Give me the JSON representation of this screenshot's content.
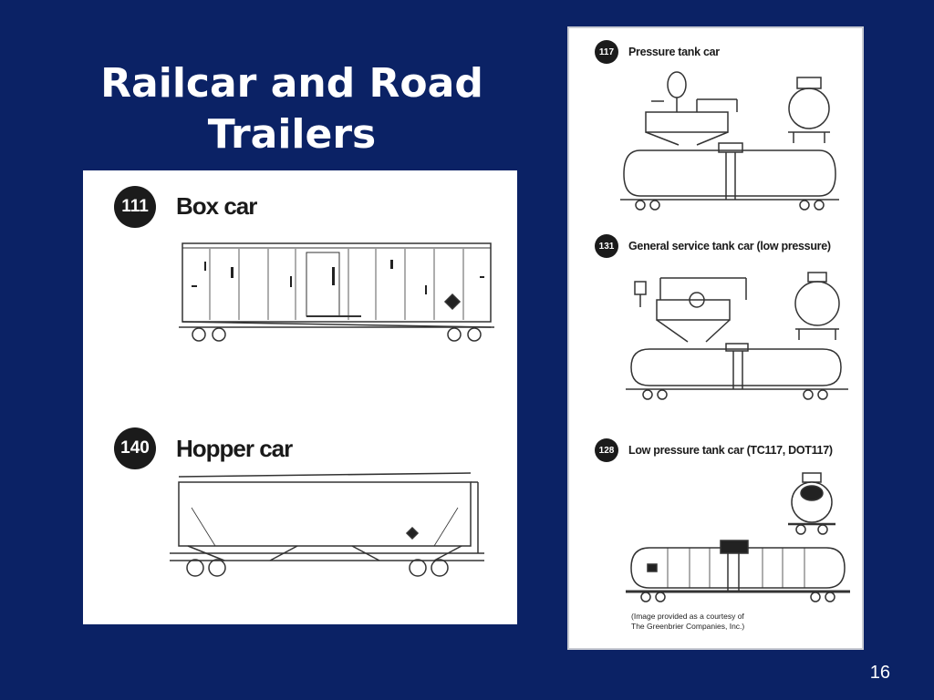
{
  "slide": {
    "title": "Railcar and Road Trailers",
    "page_number": "16"
  },
  "left_panel": {
    "items": [
      {
        "number": "111",
        "label": "Box car"
      },
      {
        "number": "140",
        "label": "Hopper car"
      }
    ]
  },
  "right_panel": {
    "items": [
      {
        "number": "117",
        "label": "Pressure tank car"
      },
      {
        "number": "131",
        "label": "General service tank car (low pressure)"
      },
      {
        "number": "128",
        "label": "Low pressure tank car (TC117, DOT117)"
      }
    ],
    "credit_line1": "(Image provided as a courtesy of",
    "credit_line2": "The Greenbrier Companies, Inc.)"
  }
}
